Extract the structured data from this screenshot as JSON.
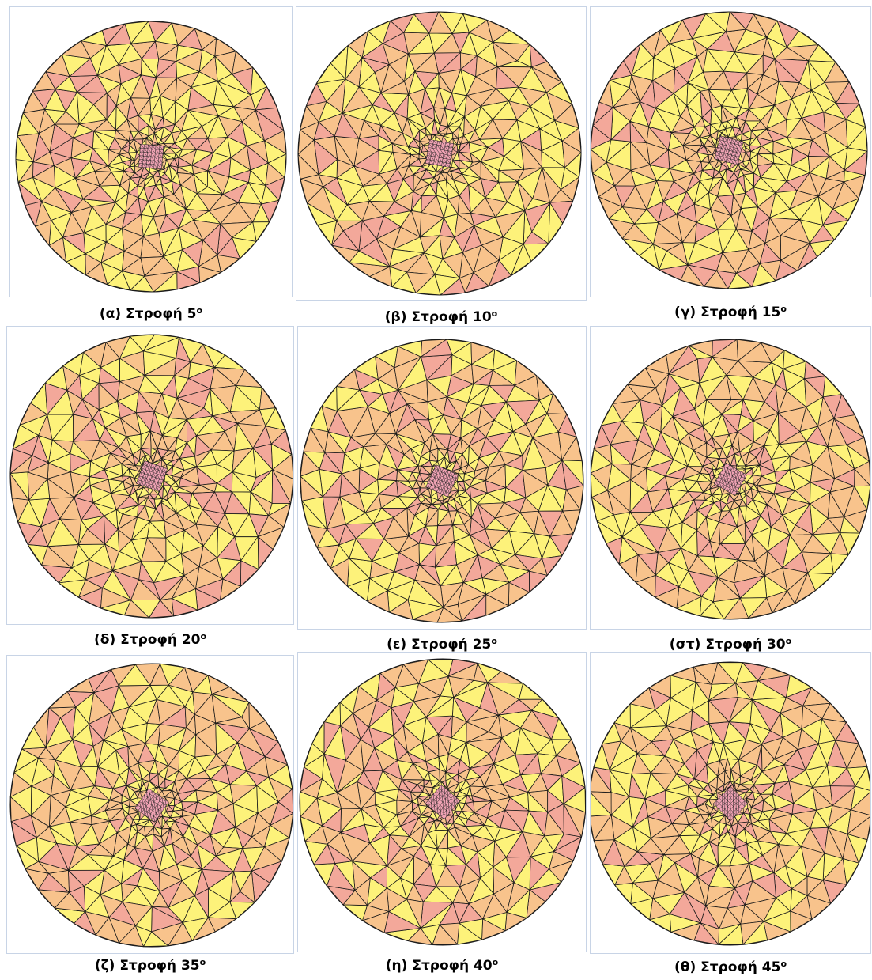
{
  "colors": {
    "yellow": "#fdf27a",
    "peach": "#f8c38c",
    "pink": "#f3a89a",
    "core": "#f0a3b4",
    "edge": "#1a1a1a",
    "frame": "#c8d4e6"
  },
  "panels": [
    {
      "label": "(α) Στροφή 5",
      "degree_mark": "ο",
      "rotation_deg": 5
    },
    {
      "label": "(β) Στροφή 10",
      "degree_mark": "ο",
      "rotation_deg": 10
    },
    {
      "label": "(γ) Στροφή 15",
      "degree_mark": "ο",
      "rotation_deg": 15
    },
    {
      "label": "(δ) Στροφή 20",
      "degree_mark": "ο",
      "rotation_deg": 20
    },
    {
      "label": "(ε) Στροφή 25",
      "degree_mark": "ο",
      "rotation_deg": 25
    },
    {
      "label": "(στ) Στροφή 30",
      "degree_mark": "ο",
      "rotation_deg": 30
    },
    {
      "label": "(ζ) Στροφή 35",
      "degree_mark": "ο",
      "rotation_deg": 35
    },
    {
      "label": "(η) Στροφή 40",
      "degree_mark": "ο",
      "rotation_deg": 40
    },
    {
      "label": "(θ) Στροφή 45",
      "degree_mark": "ο",
      "rotation_deg": 45
    }
  ]
}
